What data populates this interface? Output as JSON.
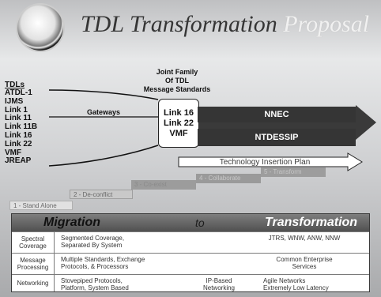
{
  "title": {
    "part1": "TDL Transformation",
    "part2": "Proposal"
  },
  "tdls": {
    "heading": "TDLs",
    "items": [
      "ATDL-1",
      "IJMS",
      "Link 1",
      "Link 11",
      "Link 11B",
      "Link 16",
      "Link 22",
      "VMF",
      "JREAP"
    ]
  },
  "joint_family_label": "Joint Family\nOf TDL\nMessage Standards",
  "gateways_label": "Gateways",
  "standards_box": [
    "Link 16",
    "Link 22",
    "VMF"
  ],
  "banners": {
    "nnec": "NNEC",
    "ntdessip": "NTDESSIP"
  },
  "technology_insertion": "Technology Insertion Plan",
  "steps": [
    "1 - Stand Alone",
    "2 - De-conflict",
    "3 - Co-exist",
    "4 - Collaborate",
    "5 - Transform"
  ],
  "matrix": {
    "header": {
      "migration": "Migration",
      "to": "to",
      "transformation": "Transformation"
    },
    "rows": [
      {
        "category": "Spectral\nCoverage",
        "migration": "Segmented Coverage,\nSeparated By System",
        "middle": "",
        "transformation": "JTRS, WNW, ANW, NNW"
      },
      {
        "category": "Message\nProcessing",
        "migration": "Multiple Standards, Exchange\nProtocols, & Processors",
        "middle": "",
        "transformation": "Common Enterprise\nServices"
      },
      {
        "category": "Networking",
        "migration": "Stovepiped Protocols,\nPlatform, System Based",
        "middle": "IP-Based\nNetworking",
        "transformation": "Agile Networks\nExtremely Low Latency"
      }
    ]
  },
  "colors": {
    "banner": "#353535",
    "header": "#5e5e5e",
    "arrow": "#3a3a3a"
  }
}
